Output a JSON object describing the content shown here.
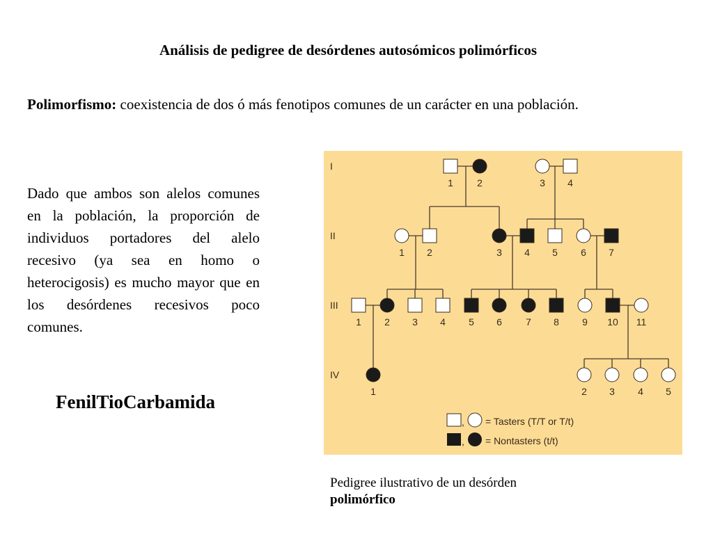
{
  "title": "Análisis de pedigree de desórdenes autosómicos polimórficos",
  "definition": {
    "term": "Polimorfismo:",
    "text": " coexistencia de dos ó más fenotipos comunes de un carácter en una población."
  },
  "body_paragraph": "Dado que ambos son alelos comunes en la población, la proporción de individuos portadores del alelo recesivo (ya sea en homo o heterocigosis) es mucho mayor que en los desórdenes recesivos poco comunes.",
  "compound_name": "FenilTioCarbamida",
  "caption": {
    "line1": "Pedigree ilustrativo de un desórden",
    "line2": "polimórfico"
  },
  "pedigree": {
    "background": "#FCDC95",
    "generations": [
      "I",
      "II",
      "III",
      "IV"
    ],
    "individuals": {
      "I": [
        {
          "id": "1",
          "sex": "male",
          "affected": false
        },
        {
          "id": "2",
          "sex": "female",
          "affected": true
        },
        {
          "id": "3",
          "sex": "female",
          "affected": false
        },
        {
          "id": "4",
          "sex": "male",
          "affected": false
        }
      ],
      "II": [
        {
          "id": "1",
          "sex": "female",
          "affected": false
        },
        {
          "id": "2",
          "sex": "male",
          "affected": false
        },
        {
          "id": "3",
          "sex": "female",
          "affected": true
        },
        {
          "id": "4",
          "sex": "male",
          "affected": true
        },
        {
          "id": "5",
          "sex": "male",
          "affected": false
        },
        {
          "id": "6",
          "sex": "female",
          "affected": false
        },
        {
          "id": "7",
          "sex": "male",
          "affected": true
        }
      ],
      "III": [
        {
          "id": "1",
          "sex": "male",
          "affected": false
        },
        {
          "id": "2",
          "sex": "female",
          "affected": true
        },
        {
          "id": "3",
          "sex": "male",
          "affected": false
        },
        {
          "id": "4",
          "sex": "male",
          "affected": false
        },
        {
          "id": "5",
          "sex": "male",
          "affected": true
        },
        {
          "id": "6",
          "sex": "female",
          "affected": true
        },
        {
          "id": "7",
          "sex": "female",
          "affected": true
        },
        {
          "id": "8",
          "sex": "male",
          "affected": true
        },
        {
          "id": "9",
          "sex": "female",
          "affected": false
        },
        {
          "id": "10",
          "sex": "male",
          "affected": true
        },
        {
          "id": "11",
          "sex": "female",
          "affected": false
        }
      ],
      "IV": [
        {
          "id": "1",
          "sex": "female",
          "affected": true
        },
        {
          "id": "2",
          "sex": "female",
          "affected": false
        },
        {
          "id": "3",
          "sex": "female",
          "affected": false
        },
        {
          "id": "4",
          "sex": "female",
          "affected": false
        },
        {
          "id": "5",
          "sex": "female",
          "affected": false
        }
      ]
    },
    "legend": {
      "tasters": "= Tasters (T/T or T/t)",
      "nontasters": "= Nontasters (t/t)"
    }
  }
}
